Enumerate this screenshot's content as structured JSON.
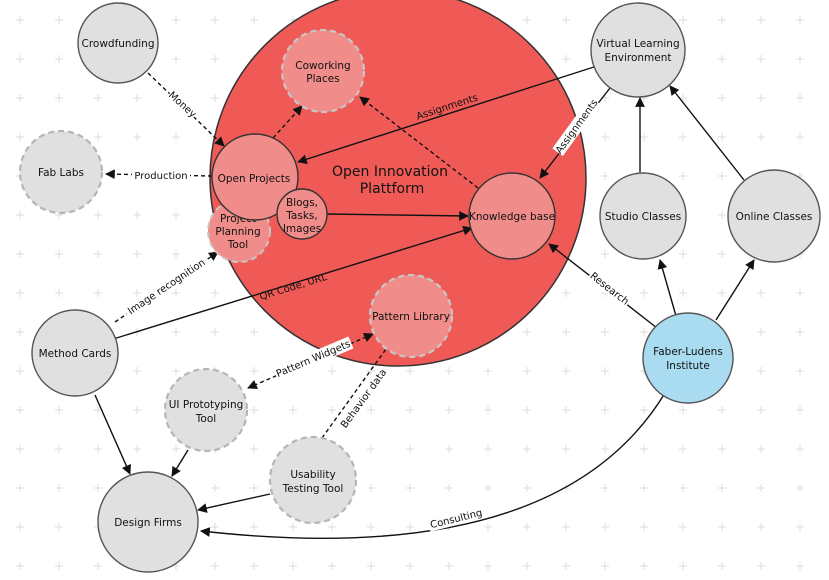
{
  "platform": {
    "title_line1": "Open Innovation",
    "title_line2": "Plattform",
    "fill": "#ef5a57"
  },
  "nodes": {
    "crowdfunding": "Crowdfunding",
    "fab_labs": "Fab Labs",
    "coworking_1": "Coworking",
    "coworking_2": "Places",
    "open_projects": "Open Projects",
    "project_planning_1": "Project",
    "project_planning_2": "Planning",
    "project_planning_3": "Tool",
    "blogs_1": "Blogs,",
    "blogs_2": "Tasks,",
    "blogs_3": "Images",
    "knowledge_base": "Knowledge base",
    "vle_1": "Virtual Learning",
    "vle_2": "Environment",
    "studio_classes": "Studio Classes",
    "online_classes": "Online Classes",
    "faber_1": "Faber-Ludens",
    "faber_2": "Institute",
    "method_cards": "Method Cards",
    "pattern_library": "Pattern Library",
    "ui_proto_1": "UI Prototyping",
    "ui_proto_2": "Tool",
    "usability_1": "Usability",
    "usability_2": "Testing Tool",
    "design_firms": "Design Firms"
  },
  "edges": {
    "money": "Money",
    "production": "Production",
    "assignments_1": "Assignments",
    "assignments_2": "Assignments",
    "image_recognition": "Image recognition",
    "qr_code": "QR Code, URL",
    "research": "Research",
    "pattern_widgets": "Pattern Widgets",
    "behavior_data": "Behavior data",
    "consulting": "Consulting"
  },
  "colors": {
    "node_fill": "#e0e0e0",
    "node_stroke": "#555555",
    "dashed_stroke": "#b5b5b5",
    "institute_fill": "#a9dcf0",
    "platform_fill": "#ef5a57",
    "edge": "#111111"
  }
}
